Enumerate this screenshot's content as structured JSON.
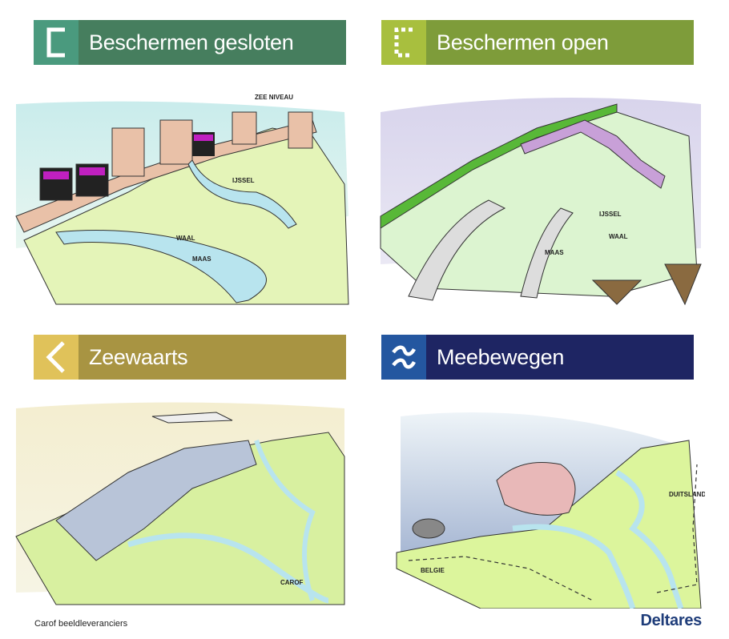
{
  "panels": [
    {
      "title": "Beschermen gesloten",
      "icon": "closed-bracket-icon",
      "header_color": "#467e5e",
      "icon_color": "#4a9a7e",
      "map_labels": [
        "ZEE NIVEAU",
        "IJSSEL",
        "WAAL",
        "MAAS"
      ]
    },
    {
      "title": "Beschermen open",
      "icon": "dashed-bracket-icon",
      "header_color": "#7e9c3a",
      "icon_color": "#a8bf3e",
      "map_labels": [
        "IJSSEL",
        "WAAL",
        "MAAS"
      ]
    },
    {
      "title": "Zeewaarts",
      "icon": "chevron-left-icon",
      "header_color": "#a89442",
      "icon_color": "#e0c25a",
      "map_labels": [
        "CAROF"
      ]
    },
    {
      "title": "Meebewegen",
      "icon": "waves-icon",
      "header_color": "#1e2563",
      "icon_color": "#2457a0",
      "map_labels": [
        "BELGIE",
        "DUITSLAND"
      ]
    }
  ],
  "footer": {
    "credit": "Carof beeldleveranciers",
    "logo": "Deltares"
  }
}
